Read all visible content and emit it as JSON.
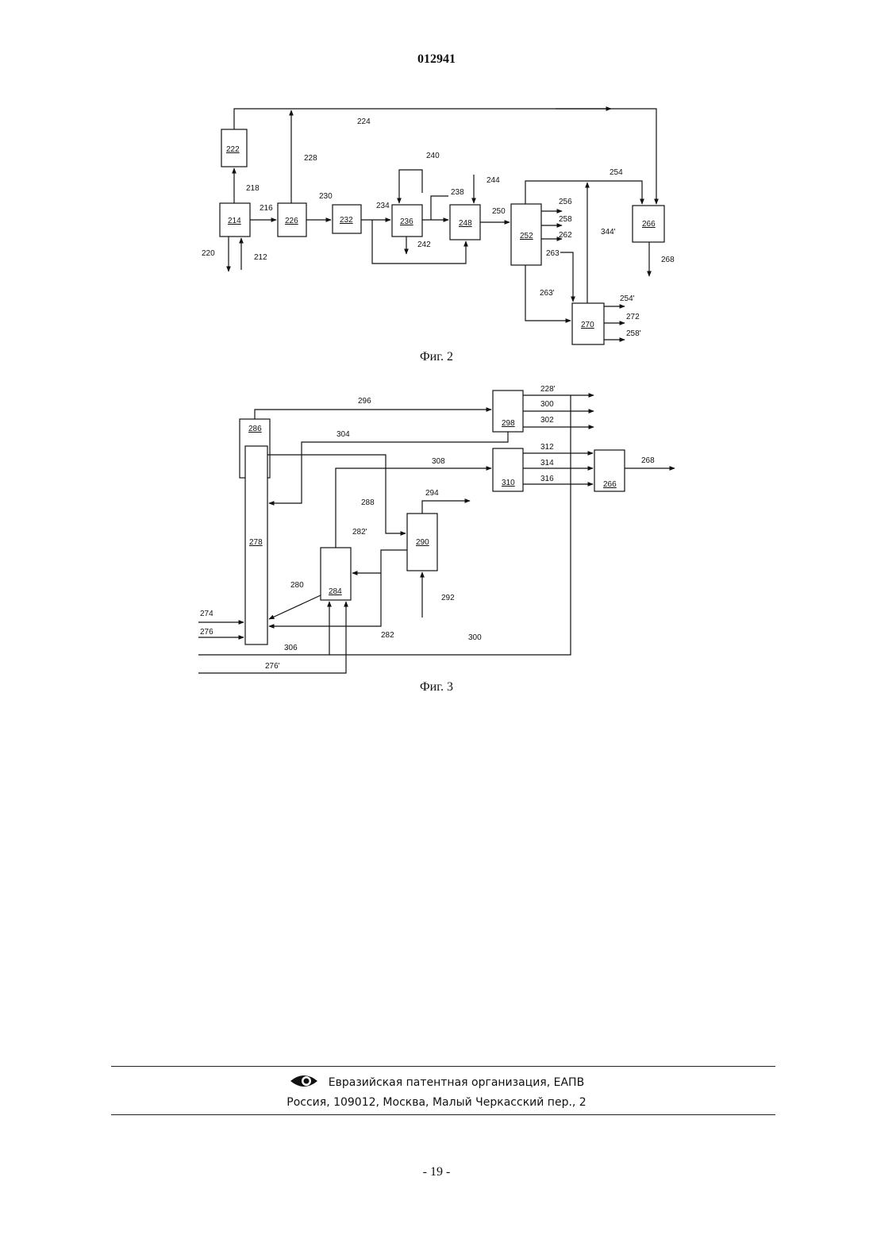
{
  "document": {
    "patent_number": "012941",
    "page_number": "- 19 -"
  },
  "figure2": {
    "caption": "Фиг. 2",
    "blocks": [
      "222",
      "214",
      "226",
      "232",
      "236",
      "248",
      "252",
      "266",
      "270"
    ],
    "stream_labels": [
      "224",
      "228",
      "218",
      "216",
      "230",
      "240",
      "238",
      "244",
      "234",
      "250",
      "254",
      "256",
      "258",
      "262",
      "263",
      "344'",
      "268",
      "242",
      "220",
      "212",
      "263'",
      "254'",
      "272",
      "258'"
    ]
  },
  "figure3": {
    "caption": "Фиг. 3",
    "blocks": [
      "286",
      "278",
      "298",
      "310",
      "266",
      "290",
      "284"
    ],
    "stream_labels": [
      "296",
      "228'",
      "300",
      "302",
      "304",
      "312",
      "308",
      "314",
      "268",
      "316",
      "294",
      "288",
      "282'",
      "280",
      "274",
      "276",
      "282",
      "306",
      "300",
      "276'",
      "292"
    ]
  },
  "footer": {
    "organization": "Евразийская патентная организация, ЕАПВ",
    "address": "Россия, 109012, Москва, Малый Черкасский пер., 2"
  }
}
